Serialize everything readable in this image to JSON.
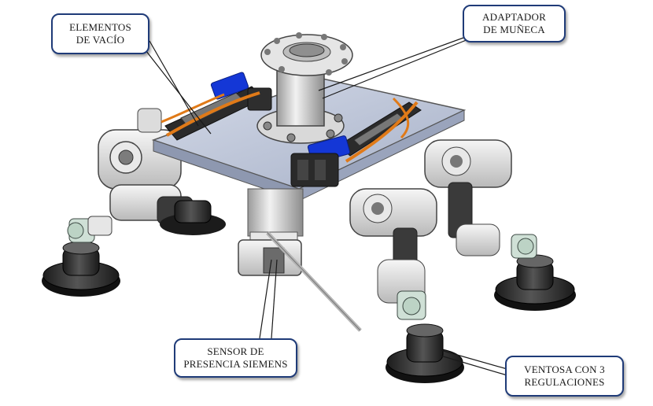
{
  "callouts": {
    "vacio": {
      "line1": "ELEMENTOS",
      "line2": "DE VACÍO"
    },
    "adapt": {
      "line1": "ADAPTADOR",
      "line2": "DE MUÑECA"
    },
    "sensor": {
      "line1": "SENSOR DE",
      "line2": "PRESENCIA SIEMENS"
    },
    "ventosa": {
      "line1": "VENTOSA CON 3",
      "line2": "REGULACIONES"
    }
  },
  "colors": {
    "plate": "#b9c2d6",
    "frame": "#1f3b78",
    "blue": "#1437d6",
    "orange": "#e07a18",
    "dark": "#2e2e2e"
  }
}
